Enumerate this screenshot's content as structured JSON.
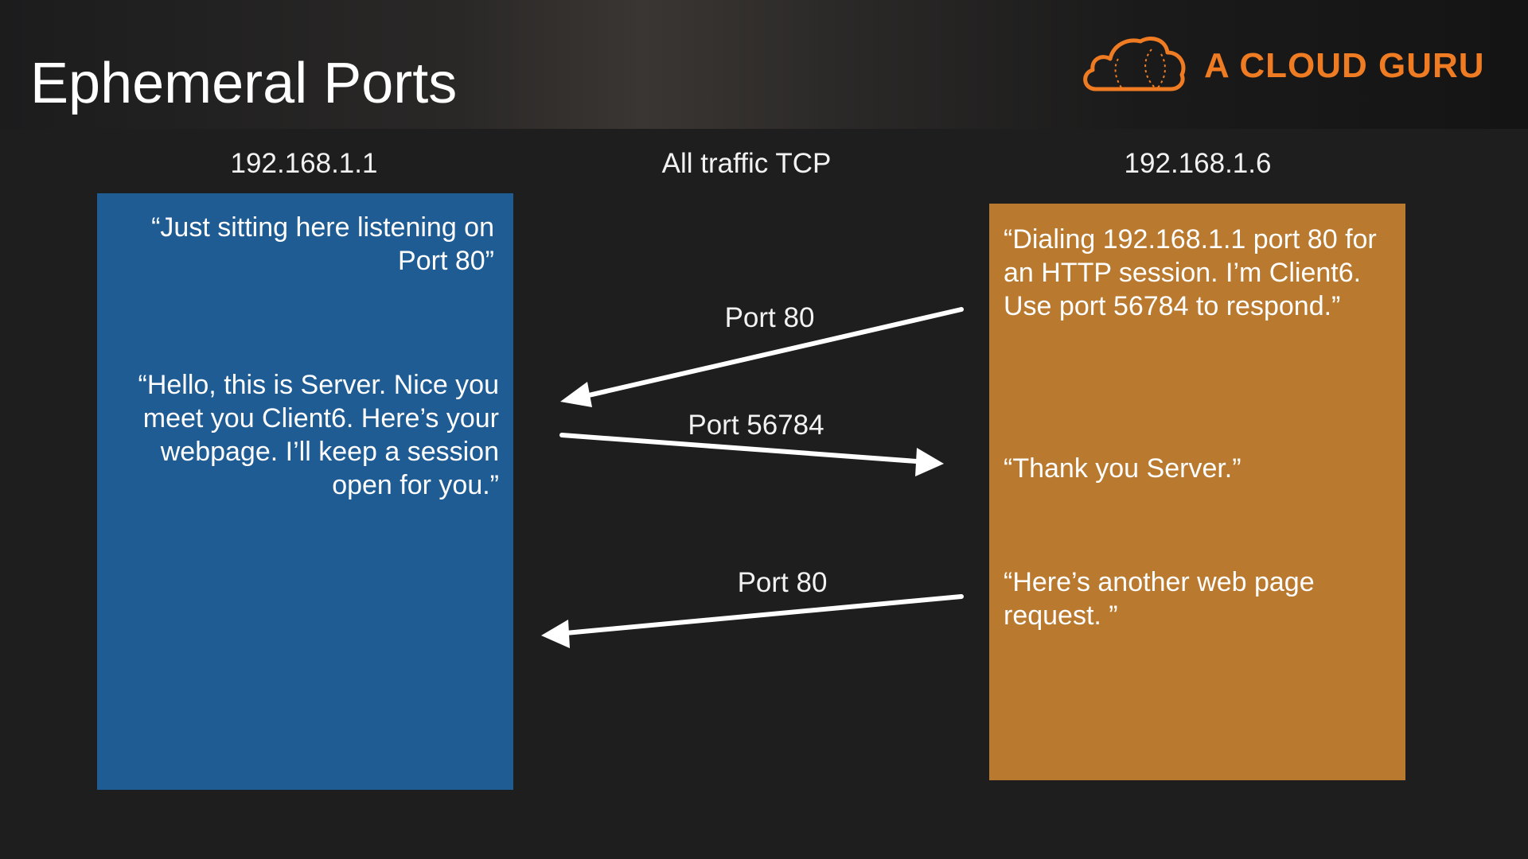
{
  "slide": {
    "title": "Ephemeral Ports"
  },
  "logo": {
    "text": "A CLOUD GURU",
    "icon": "cloud-icon",
    "color": "#ef7b22"
  },
  "columns": {
    "server_host": "192.168.1.1",
    "middle_label": "All traffic TCP",
    "client_host": "192.168.1.6"
  },
  "server_panel": {
    "color": "#1f5c93",
    "messages": [
      "“Just sitting here listening on Port 80”",
      "“Hello, this is Server.  Nice you meet you Client6.  Here’s your webpage.  I’ll keep a session open for you.”"
    ]
  },
  "client_panel": {
    "color": "#b97a2f",
    "messages": [
      "“Dialing 192.168.1.1 port 80 for an HTTP session.  I’m Client6.  Use port 56784 to respond.”",
      "“Thank you Server.”",
      "“Here’s another web page request. ”"
    ]
  },
  "flows": [
    {
      "label": "Port 80",
      "direction": "client-to-server"
    },
    {
      "label": "Port 56784",
      "direction": "server-to-client"
    },
    {
      "label": "Port 80",
      "direction": "client-to-server"
    }
  ]
}
